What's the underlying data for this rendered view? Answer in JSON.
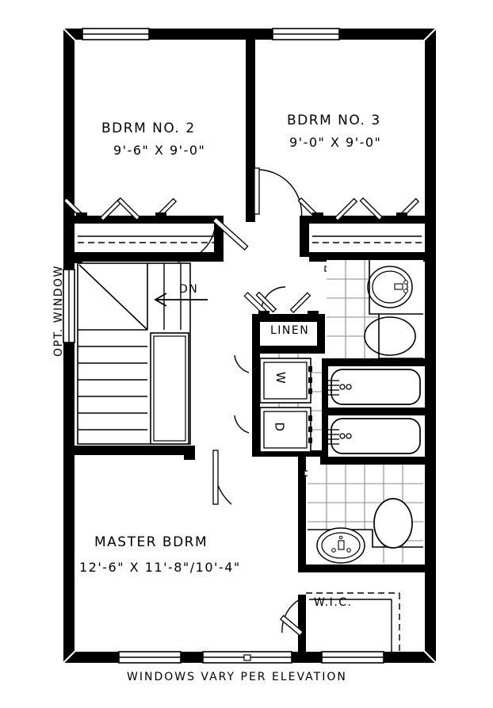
{
  "drawing": {
    "type": "architectural-floor-plan",
    "title_caption": "WINDOWS VARY PER ELEVATION",
    "level": "second-floor"
  },
  "rooms": [
    {
      "id": "bdrm2",
      "name": "BDRM NO. 2",
      "dimensions": "9'-6\" X 9'-0\""
    },
    {
      "id": "bdrm3",
      "name": "BDRM NO. 3",
      "dimensions": "9'-0\" X 9'-0\""
    },
    {
      "id": "master",
      "name": "MASTER BDRM",
      "dimensions": "12'-6\" X 11'-8\"/10'-4\""
    }
  ],
  "closets": [
    {
      "id": "linen",
      "label": "LINEN"
    },
    {
      "id": "wic",
      "label": "W.I.C."
    }
  ],
  "annotations": [
    {
      "id": "opt-window",
      "label": "OPT. WINDOW",
      "orientation": "vertical"
    },
    {
      "id": "stair-dn",
      "label": "DN",
      "orientation": "horizontal"
    },
    {
      "id": "washer",
      "label": "W",
      "orientation": "rotated-90"
    },
    {
      "id": "dryer",
      "label": "D",
      "orientation": "rotated-90"
    }
  ],
  "fixtures": [
    {
      "id": "tub-upper",
      "type": "bathtub"
    },
    {
      "id": "tub-lower",
      "type": "bathtub"
    },
    {
      "id": "sink-hall",
      "type": "vanity-sink"
    },
    {
      "id": "toilet-hall",
      "type": "toilet"
    },
    {
      "id": "sink-master",
      "type": "vanity-sink"
    },
    {
      "id": "toilet-master",
      "type": "toilet"
    },
    {
      "id": "stairs",
      "type": "staircase",
      "treads": 8
    }
  ],
  "windows": {
    "top_wall_count": 2,
    "bottom_wall_count": 3,
    "left_wall_optional": 1
  },
  "colors": {
    "wall": "#000000",
    "paper": "#ffffff",
    "tile_line": "#8a8a8a",
    "thin_line": "#000000"
  }
}
